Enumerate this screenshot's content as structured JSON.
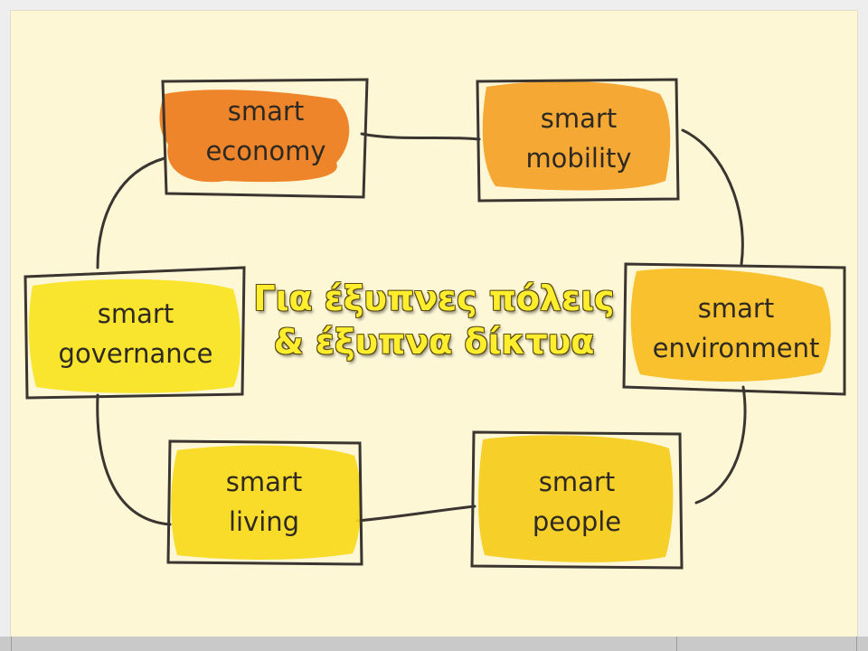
{
  "nodes": [
    {
      "id": "economy",
      "line1": "smart",
      "line2": "economy",
      "color": "#ee7b1c"
    },
    {
      "id": "mobility",
      "line1": "smart",
      "line2": "mobility",
      "color": "#f4a126"
    },
    {
      "id": "environment",
      "line1": "smart",
      "line2": "environment",
      "color": "#f7bc1e"
    },
    {
      "id": "people",
      "line1": "smart",
      "line2": "people",
      "color": "#f6cb1a"
    },
    {
      "id": "living",
      "line1": "smart",
      "line2": "living",
      "color": "#f7d91a"
    },
    {
      "id": "governance",
      "line1": "smart",
      "line2": "governance",
      "color": "#f8e21f"
    }
  ],
  "title": {
    "line1": "Για έξυπνες πόλεις",
    "line2": "& έξυπνα δίκτυα",
    "color": "#ffee2e"
  },
  "colors": {
    "background": "#fdf7d6",
    "outline": "#3a3530"
  }
}
